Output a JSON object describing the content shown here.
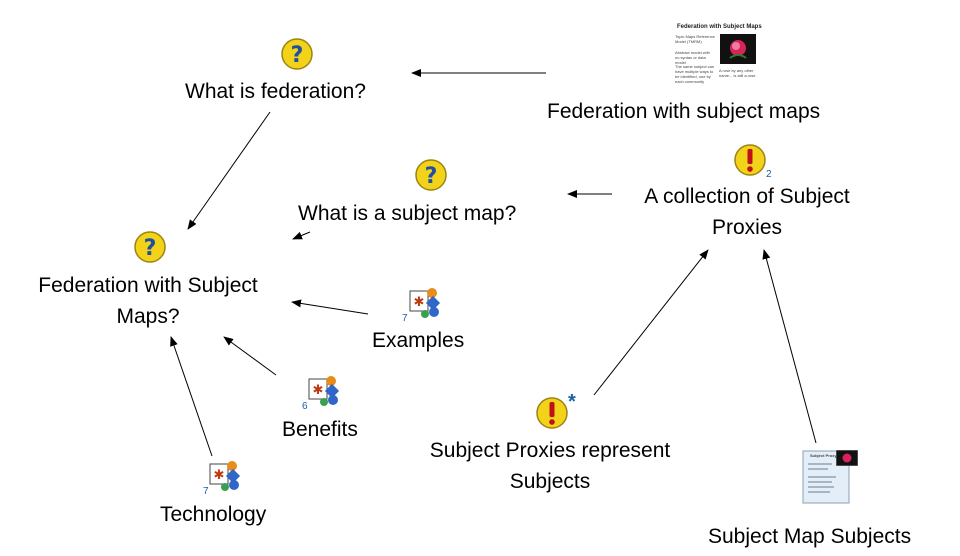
{
  "nodes": {
    "what_is_federation": {
      "label": "What is federation?"
    },
    "federation_subject_maps_slide": {
      "label": "Federation with subject maps"
    },
    "collection_of_proxies": {
      "label_line1": "A collection of Subject",
      "label_line2": "Proxies",
      "count": "2"
    },
    "what_is_subject_map": {
      "label": "What is a subject map?"
    },
    "federation_q": {
      "label_line1": "Federation with Subject",
      "label_line2": "Maps?"
    },
    "examples": {
      "label": "Examples",
      "count": "7"
    },
    "benefits": {
      "label": "Benefits",
      "count": "6"
    },
    "technology": {
      "label": "Technology",
      "count": "7"
    },
    "proxies_represent": {
      "label_line1": "Subject Proxies represent",
      "label_line2": "Subjects",
      "marker": "*"
    },
    "subject_map_subjects": {
      "label": "Subject Map Subjects"
    }
  },
  "thumbnails": {
    "slide": {
      "title": "Federation with Subject Maps",
      "bullets": [
        "Topic Maps Reference Model (TMRM)",
        "Abstract model with no syntax or data model",
        "The same subject can have multiple ways to be identified, one by each community"
      ],
      "caption": "A rose by any other name... is still a rose"
    },
    "proxy_doc": {
      "title": "Subject Proxy"
    }
  },
  "icons": {
    "question": "question-icon",
    "exclamation": "exclamation-icon",
    "cluster": "map-cluster-icon"
  },
  "colors": {
    "question_fill": "#f3d31a",
    "question_mark": "#1f4fa0",
    "exclaim_fill": "#f3d31a",
    "exclaim_mark": "#c0101a",
    "count_text": "#1a5fa8"
  }
}
